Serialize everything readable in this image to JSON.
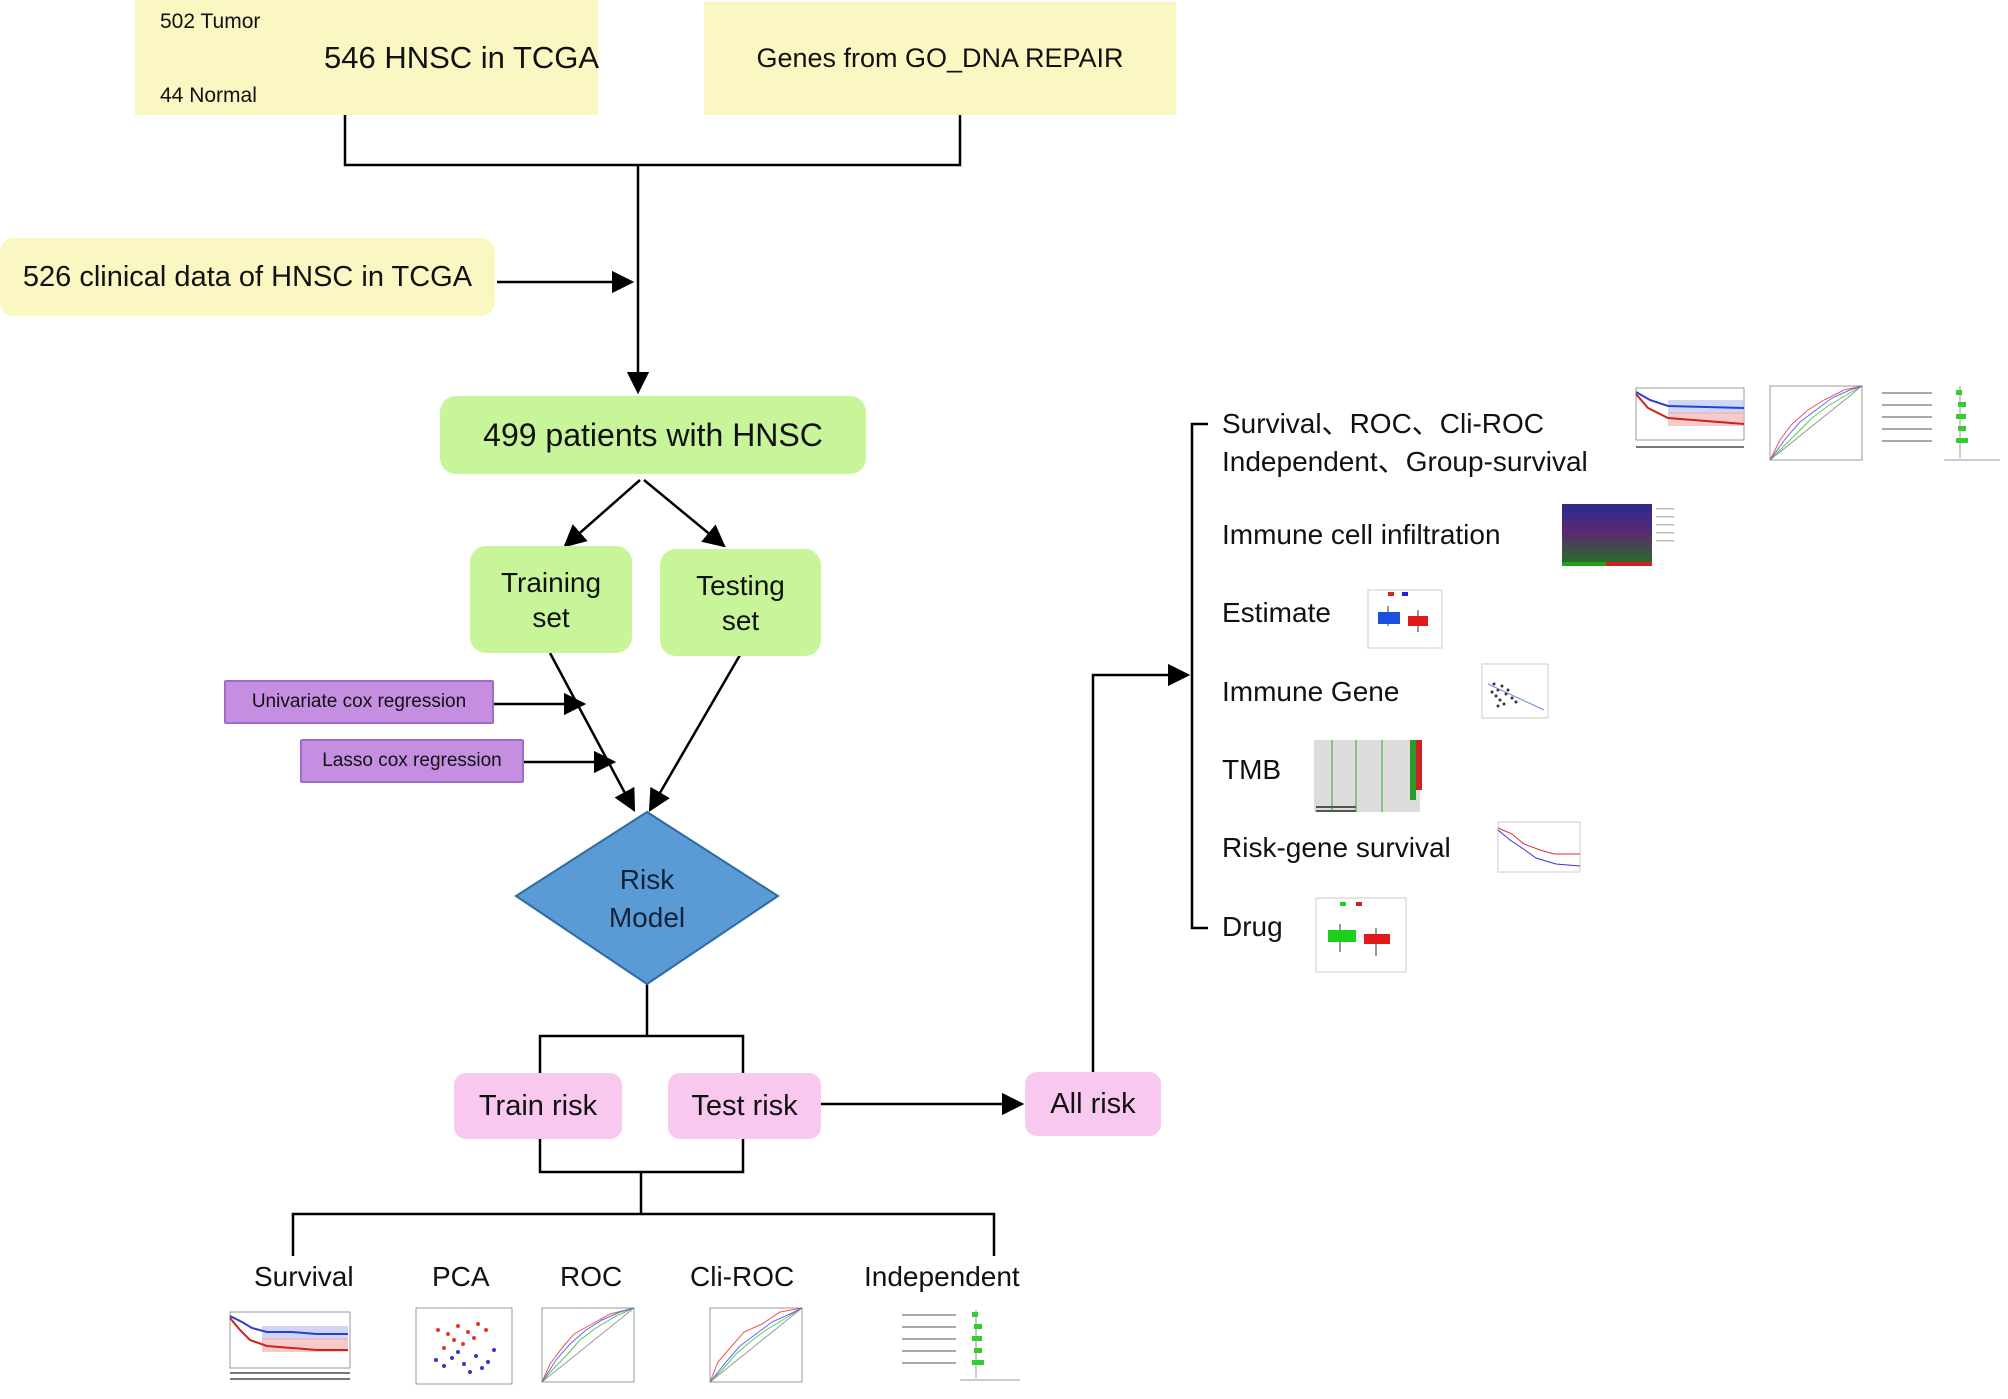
{
  "top": {
    "tumor_label": "502 Tumor",
    "normal_label": "44 Normal",
    "tcga_label": "546 HNSC in TCGA",
    "genes_label": "Genes from GO_DNA REPAIR"
  },
  "clinical_label": "526 clinical data of HNSC in TCGA",
  "patients_label": "499 patients with HNSC",
  "training": {
    "line1": "Training",
    "line2": "set"
  },
  "testing": {
    "line1": "Testing",
    "line2": "set"
  },
  "univariate_label": "Univariate cox regression",
  "lasso_label": "Lasso cox regression",
  "model": {
    "line1": "Risk",
    "line2": "Model"
  },
  "train_risk_label": "Train risk",
  "test_risk_label": "Test risk",
  "all_risk_label": "All risk",
  "bottom": {
    "survival": "Survival",
    "pca": "PCA",
    "roc": "ROC",
    "cliroc": "Cli-ROC",
    "independent": "Independent"
  },
  "right": {
    "line1": "Survival、ROC、Cli-ROC",
    "line2": "Independent、Group-survival",
    "immune_infiltration": "Immune cell infiltration",
    "estimate": "Estimate",
    "immune_gene": "Immune Gene",
    "tmb": "TMB",
    "risk_gene_survival": "Risk-gene survival",
    "drug": "Drug"
  },
  "colors": {
    "yellow_box": "#fbf7c2",
    "green_box": "#c8f59a",
    "pink_box": "#f8c8ef",
    "purple_box": "#c58ee0",
    "diamond": "#5b9bd5"
  }
}
